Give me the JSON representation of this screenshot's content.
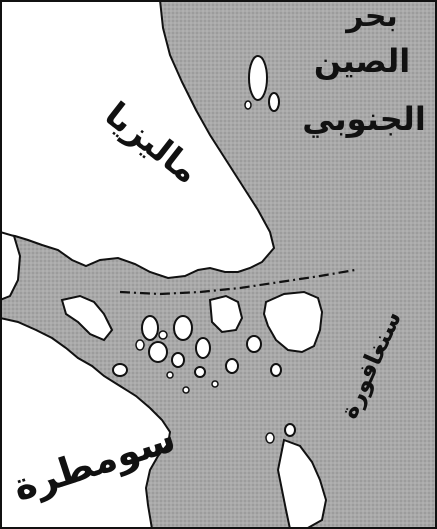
{
  "map": {
    "colors": {
      "sea": "#a9a9a9",
      "land": "#ffffff",
      "outline": "#111111"
    },
    "labels": {
      "south_china_sea_line1": "بحر",
      "south_china_sea_line2": "الصين",
      "south_china_sea_line3": "الجنوبي",
      "malaysia": "ماليزيا",
      "singapore": "سنغافورة",
      "sumatra": "سومطرة"
    },
    "features": {
      "boundary_line": "dash-dot maritime boundary"
    }
  }
}
